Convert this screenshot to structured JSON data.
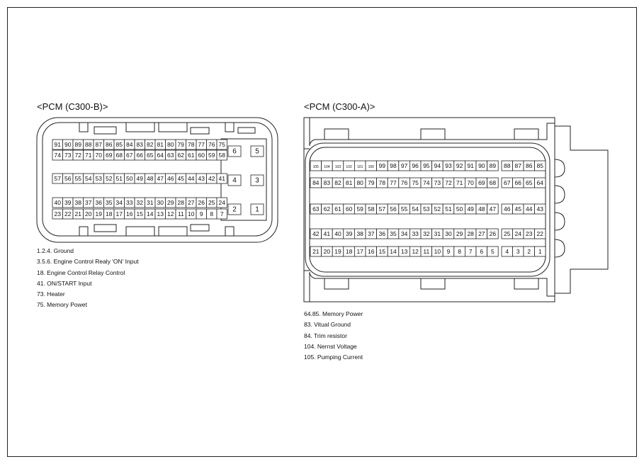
{
  "connector_b": {
    "title": "<PCM (C300-B)>",
    "rows": [
      [
        "91",
        "90",
        "89",
        "88",
        "87",
        "86",
        "85",
        "84",
        "83",
        "82",
        "81",
        "80",
        "79",
        "78",
        "77",
        "76",
        "75"
      ],
      [
        "74",
        "73",
        "72",
        "71",
        "70",
        "69",
        "68",
        "67",
        "66",
        "65",
        "64",
        "63",
        "62",
        "61",
        "60",
        "59",
        "58"
      ],
      [
        "57",
        "56",
        "55",
        "54",
        "53",
        "52",
        "51",
        "50",
        "49",
        "48",
        "47",
        "46",
        "45",
        "44",
        "43",
        "42",
        "41"
      ],
      [
        "40",
        "39",
        "38",
        "37",
        "36",
        "35",
        "34",
        "33",
        "32",
        "31",
        "30",
        "29",
        "28",
        "27",
        "26",
        "25",
        "24"
      ],
      [
        "23",
        "22",
        "21",
        "20",
        "19",
        "18",
        "17",
        "16",
        "15",
        "14",
        "13",
        "12",
        "11",
        "10",
        "9",
        "8",
        "7"
      ]
    ],
    "big_pins": [
      "6",
      "5",
      "4",
      "3",
      "2",
      "1"
    ],
    "legend": [
      "1.2.4. Ground",
      "3.5.6. Engine Control Realy 'ON' Input",
      "18. Engine Control Relay Control",
      "41. ON/START Input",
      "73. Heater",
      "75. Memory Powet"
    ]
  },
  "connector_a": {
    "title": "<PCM (C300-A)>",
    "main_rows": [
      [
        "105",
        "104",
        "103",
        "102",
        "101",
        "100",
        "99",
        "98",
        "97",
        "96",
        "95",
        "94",
        "93",
        "92",
        "91",
        "90",
        "89"
      ],
      [
        "84",
        "83",
        "82",
        "81",
        "80",
        "79",
        "78",
        "77",
        "76",
        "75",
        "74",
        "73",
        "72",
        "71",
        "70",
        "69",
        "68"
      ],
      [
        "63",
        "62",
        "61",
        "60",
        "59",
        "58",
        "57",
        "56",
        "55",
        "54",
        "53",
        "52",
        "51",
        "50",
        "49",
        "48",
        "47"
      ],
      [
        "42",
        "41",
        "40",
        "39",
        "38",
        "37",
        "36",
        "35",
        "34",
        "33",
        "32",
        "31",
        "30",
        "29",
        "28",
        "27",
        "26"
      ],
      [
        "21",
        "20",
        "19",
        "18",
        "17",
        "16",
        "15",
        "14",
        "13",
        "12",
        "11",
        "10",
        "9",
        "8",
        "7",
        "6",
        "5"
      ]
    ],
    "side_rows": [
      [
        "88",
        "87",
        "86",
        "85"
      ],
      [
        "67",
        "66",
        "65",
        "64"
      ],
      [
        "46",
        "45",
        "44",
        "43"
      ],
      [
        "25",
        "24",
        "23",
        "22"
      ],
      [
        "4",
        "3",
        "2",
        "1"
      ]
    ],
    "legend": [
      "64.85. Memory Power",
      "83. Vitual Ground",
      "84. Trim resistor",
      "104. Nernst Voltage",
      "105. Pumping Current"
    ]
  }
}
